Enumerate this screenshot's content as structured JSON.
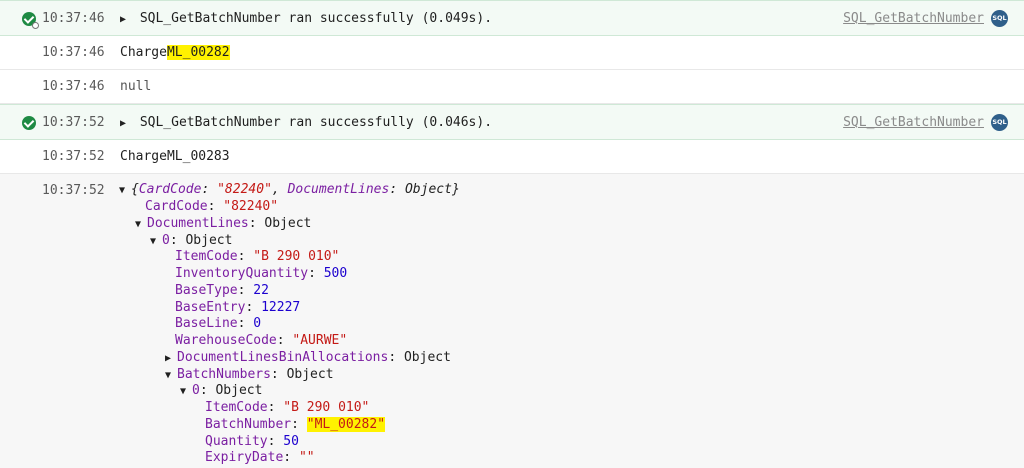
{
  "entries": [
    {
      "time": "10:37:46",
      "message": "SQL_GetBatchNumber ran successfully (0.049s).",
      "link": "SQL_GetBatchNumber",
      "badge": "SQL"
    },
    {
      "time": "10:37:46",
      "prefix": "Charge",
      "highlight": "ML_00282"
    },
    {
      "time": "10:37:46",
      "message": "null"
    },
    {
      "time": "10:37:52",
      "message": "SQL_GetBatchNumber ran successfully (0.046s).",
      "link": "SQL_GetBatchNumber",
      "badge": "SQL"
    },
    {
      "time": "10:37:52",
      "message": "ChargeML_00283"
    },
    {
      "time": "10:37:52"
    }
  ],
  "object_tree": {
    "summary": {
      "open": "{",
      "k1": "CardCode",
      "sep1": ": ",
      "v1": "\"82240\"",
      "comma": ", ",
      "k2": "DocumentLines",
      "sep2": ": ",
      "v2": "Object",
      "close": "}"
    },
    "lines": [
      {
        "key": "CardCode",
        "value": "\"82240\"",
        "vtype": "s"
      },
      {
        "key": "DocumentLines",
        "value": "Object",
        "vtype": "p",
        "expanded": "open"
      },
      {
        "key": "0",
        "value": "Object",
        "vtype": "p",
        "expanded": "open"
      },
      {
        "key": "ItemCode",
        "value": "\"B 290 010\"",
        "vtype": "s"
      },
      {
        "key": "InventoryQuantity",
        "value": "500",
        "vtype": "n"
      },
      {
        "key": "BaseType",
        "value": "22",
        "vtype": "n"
      },
      {
        "key": "BaseEntry",
        "value": "12227",
        "vtype": "n"
      },
      {
        "key": "BaseLine",
        "value": "0",
        "vtype": "n"
      },
      {
        "key": "WarehouseCode",
        "value": "\"AURWE\"",
        "vtype": "s"
      },
      {
        "key": "DocumentLinesBinAllocations",
        "value": "Object",
        "vtype": "p",
        "expanded": "closed"
      },
      {
        "key": "BatchNumbers",
        "value": "Object",
        "vtype": "p",
        "expanded": "open"
      },
      {
        "key": "0",
        "value": "Object",
        "vtype": "p",
        "expanded": "open"
      },
      {
        "key": "ItemCode",
        "value": "\"B 290 010\"",
        "vtype": "s"
      },
      {
        "key": "BatchNumber",
        "value": "\"ML_00282\"",
        "vtype": "s",
        "highlight": "yes"
      },
      {
        "key": "Quantity",
        "value": "50",
        "vtype": "n"
      },
      {
        "key": "ExpiryDate",
        "value": "\"\"",
        "vtype": "s"
      }
    ]
  }
}
